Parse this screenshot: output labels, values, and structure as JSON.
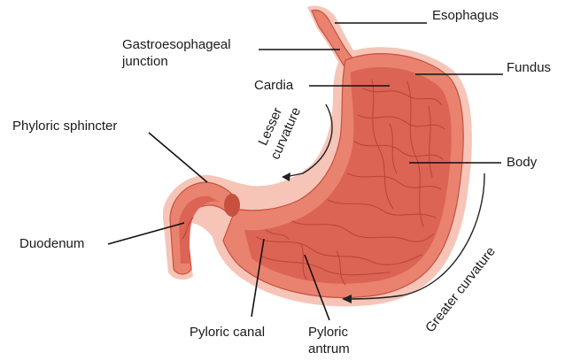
{
  "labels": {
    "esophagus": "Esophagus",
    "ge_junction": "Gastroesophageal\njunction",
    "cardia": "Cardia",
    "fundus": "Fundus",
    "pyloric_sphincter": "Phyloric sphincter",
    "body": "Body",
    "duodenum": "Duodenum",
    "pyloric_canal": "Pyloric canal",
    "pyloric_antrum": "Pyloric\nantrum",
    "lesser_curvature": "Lesser\ncurvature",
    "greater_curvature": "Greater curvature"
  },
  "colors": {
    "outer_halo": "#f6c5b8",
    "stomach_wall": "#e9826f",
    "stomach_inner": "#dc6454",
    "rugae": "#b9473b",
    "outline": "#c8503f",
    "text": "#1a1a1a"
  }
}
